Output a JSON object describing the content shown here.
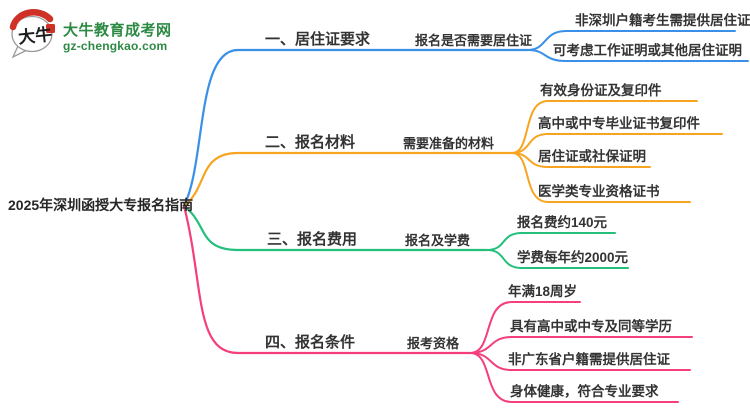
{
  "logo": {
    "bubble_text": "大牛",
    "brand_cn": "大牛教育成考网",
    "brand_url": "gz-chengkao.com",
    "brand_color": "#2d8a44",
    "accent_red": "#cf3126"
  },
  "center": {
    "title": "2025年深圳函授大专报名指南"
  },
  "branches": [
    {
      "label": "一、居住证要求",
      "sub": "报名是否需要居住证",
      "color": "#3990e6",
      "leaves": [
        "非深圳户籍考生需提供居住证",
        "可考虑工作证明或其他居住证明"
      ]
    },
    {
      "label": "二、报名材料",
      "sub": "需要准备的材料",
      "color": "#f7a420",
      "leaves": [
        "有效身份证及复印件",
        "高中或中专毕业证书复印件",
        "居住证或社保证明",
        "医学类专业资格证书"
      ]
    },
    {
      "label": "三、报名费用",
      "sub": "报名及学费",
      "color": "#22c07a",
      "leaves": [
        "报名费约140元",
        "学费每年约2000元"
      ]
    },
    {
      "label": "四、报名条件",
      "sub": "报考资格",
      "color": "#f43e7d",
      "leaves": [
        "年满18周岁",
        "具有高中或中专及同等学历",
        "非广东省户籍需提供居住证",
        "身体健康，符合专业要求"
      ]
    }
  ]
}
